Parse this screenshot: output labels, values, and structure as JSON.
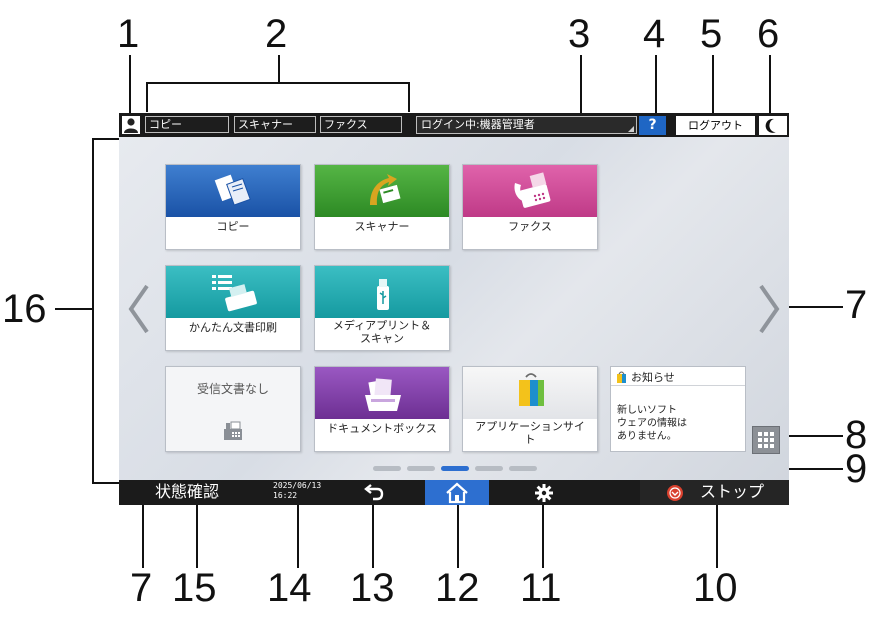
{
  "callouts": [
    "1",
    "2",
    "3",
    "4",
    "5",
    "6",
    "7",
    "7",
    "8",
    "9",
    "10",
    "11",
    "12",
    "13",
    "14",
    "15",
    "16"
  ],
  "topbar": {
    "tabs": [
      "コピー",
      "スキャナー",
      "ファクス"
    ],
    "login": "ログイン中:機器管理者",
    "help": "?",
    "logout": "ログアウト"
  },
  "apps": {
    "copy": "コピー",
    "scanner": "スキャナー",
    "fax": "ファクス",
    "quick_print": "かんたん文書印刷",
    "media_line1": "メディアプリント＆",
    "media_line2": "スキャン",
    "received": "受信文書なし",
    "docbox": "ドキュメントボックス",
    "appsite_line1": "アプリケーションサイ",
    "appsite_line2": "ト"
  },
  "notice": {
    "title": "お知らせ",
    "line1": "新しいソフト",
    "line2": "ウェアの情報は",
    "line3": "ありません。"
  },
  "pager": {
    "pages": 5,
    "active": 3
  },
  "bottombar": {
    "status": "状態確認",
    "date": "2025/06/13",
    "time": "16:22",
    "stop": "ストップ"
  },
  "colors": {
    "copy": "#1f5fb3",
    "scanner": "#3a9a2f",
    "fax": "#d04a97",
    "teal": "#1fa3a9",
    "docbox": "#7a3a9f",
    "help": "#1f66c4",
    "home": "#2d6fd0",
    "stop": "#d9412e"
  }
}
